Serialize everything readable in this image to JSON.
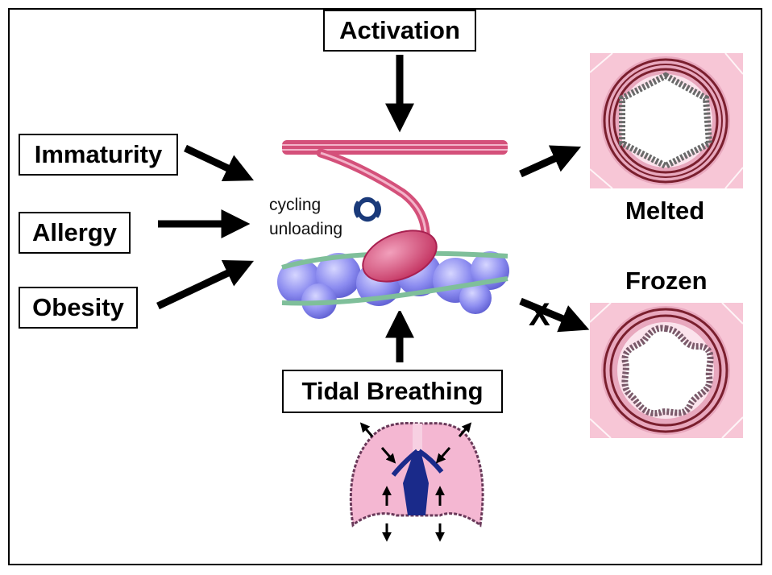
{
  "labels": {
    "activation": "Activation",
    "immaturity": "Immaturity",
    "allergy": "Allergy",
    "obesity": "Obesity",
    "tidal_breathing": "Tidal Breathing",
    "melted": "Melted",
    "frozen": "Frozen",
    "cycling": "cycling",
    "unloading": "unloading",
    "blocked_mark": "X"
  },
  "colors": {
    "myosin_pink": "#d4507a",
    "actin_blue": "#8c8cf0",
    "filament_green": "#7fbf9a",
    "tissue_pink": "#f7c6d6",
    "muscle_dark": "#7a1f2e",
    "lung_pink": "#f4b7d2",
    "airway_navy": "#1a2a8a"
  }
}
